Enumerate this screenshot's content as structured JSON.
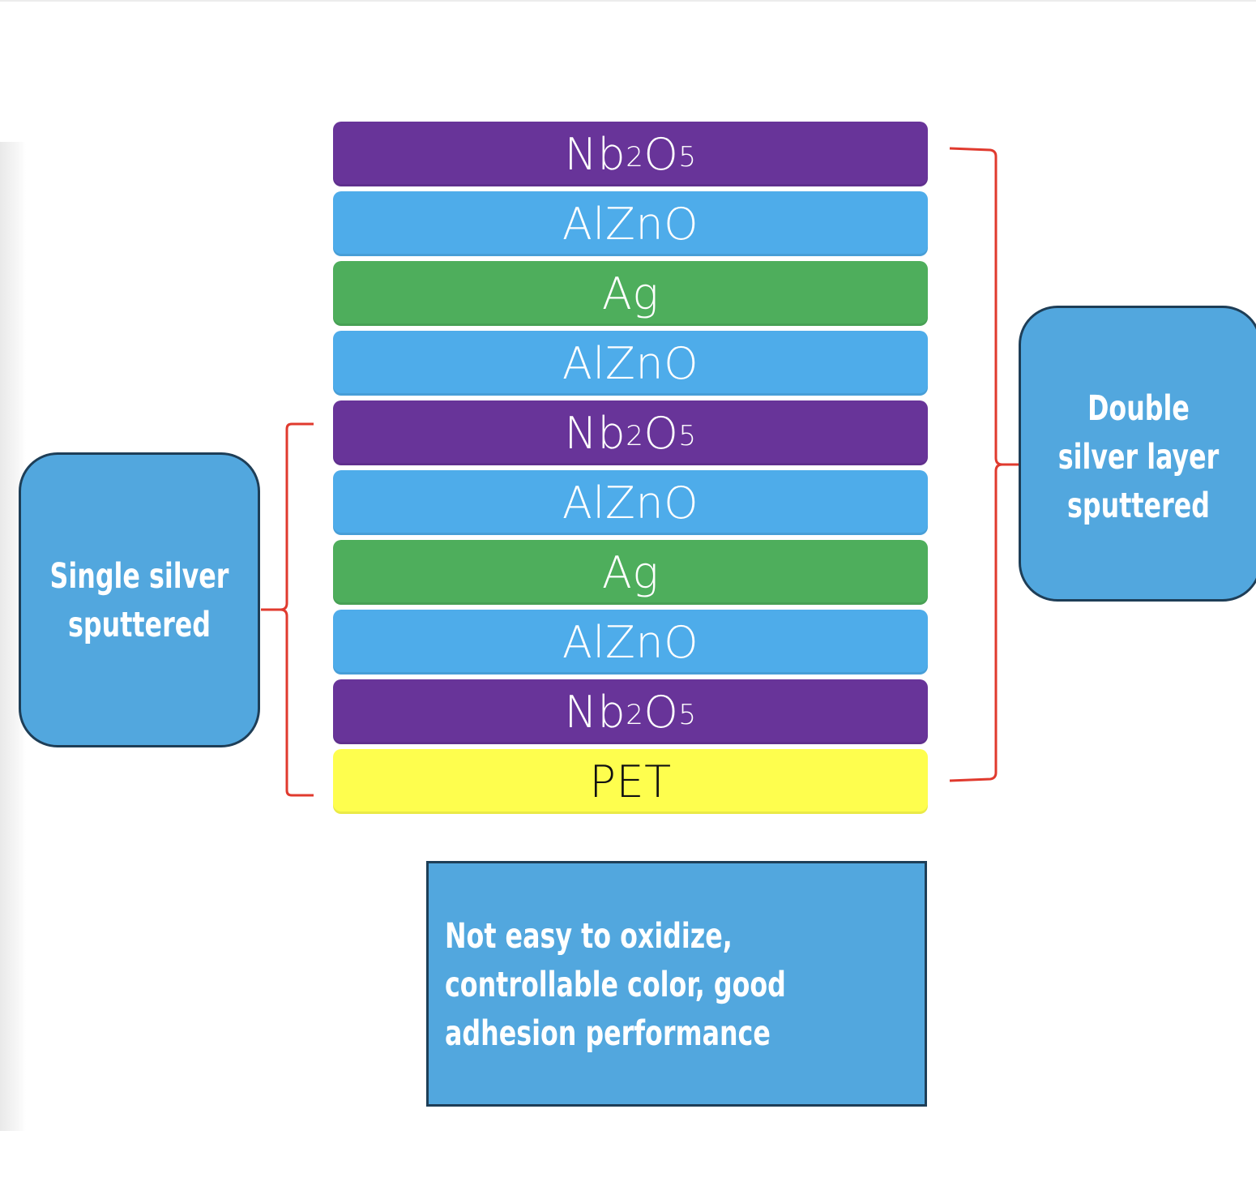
{
  "layers": [
    {
      "main": "Nb",
      "sub1": "2",
      "main2": "O",
      "sub2": "5",
      "color": "#683499"
    },
    {
      "label": "AlZnO",
      "color": "#4eacea"
    },
    {
      "label": "Ag",
      "color": "#4eae5c"
    },
    {
      "label": "AlZnO",
      "color": "#4eacea"
    },
    {
      "main": "Nb",
      "sub1": "2",
      "main2": "O",
      "sub2": "5",
      "color": "#683499"
    },
    {
      "label": "AlZnO",
      "color": "#4eacea"
    },
    {
      "label": "Ag",
      "color": "#4eae5c"
    },
    {
      "label": "AlZnO",
      "color": "#4eacea"
    },
    {
      "main": "Nb",
      "sub1": "2",
      "main2": "O",
      "sub2": "5",
      "color": "#683499"
    },
    {
      "label": "PET",
      "color": "#fefe4e"
    }
  ],
  "callouts": {
    "single": "Single silver sputtered",
    "double": "Double silver layer sputtered",
    "note": "Not easy to oxidize, controllable color, good adhesion performance"
  },
  "colors": {
    "callout_fill": "#52a7de",
    "callout_border": "#1e3e57",
    "brace": "#e03a2e"
  }
}
